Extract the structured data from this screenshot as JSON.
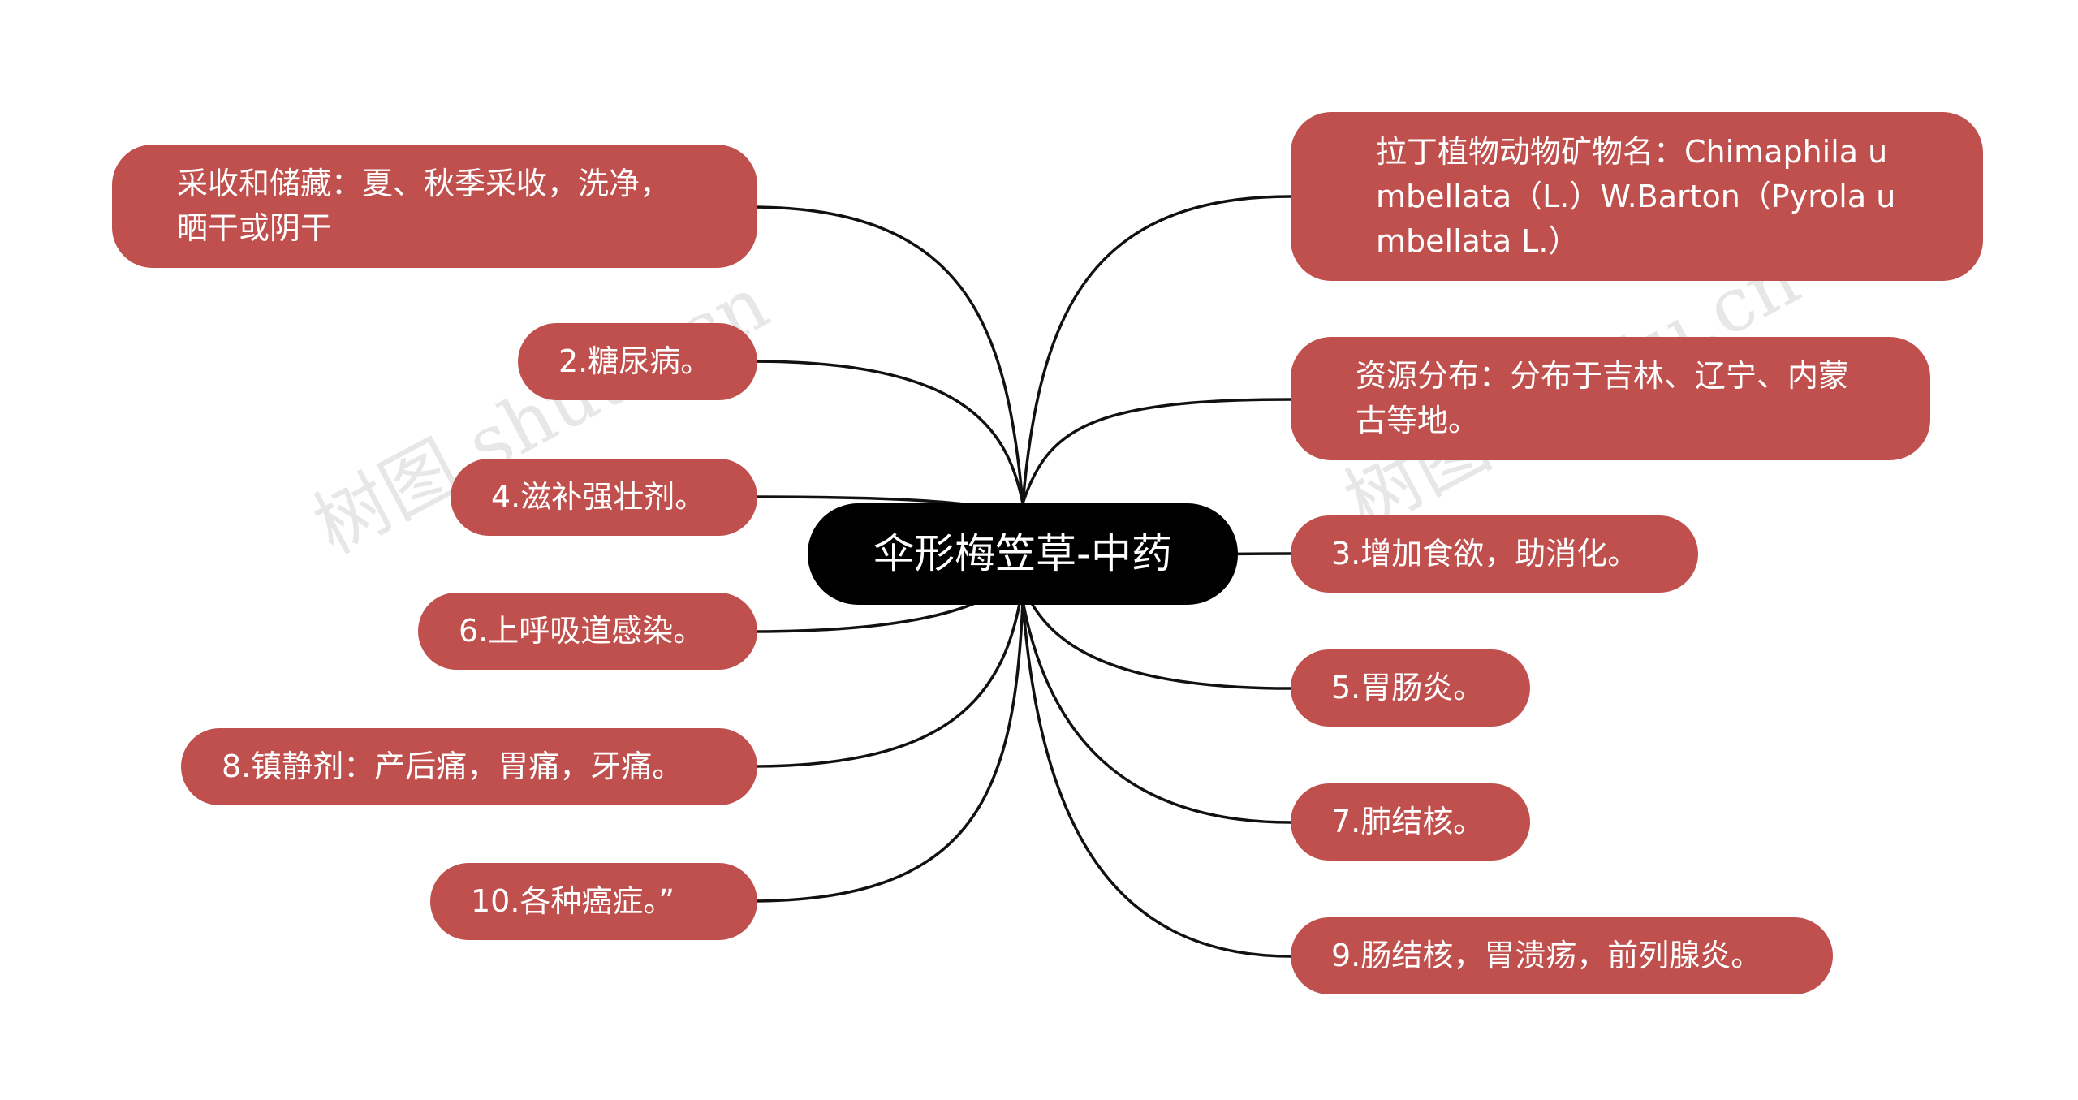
{
  "center": {
    "label": "伞形梅笠草-中药"
  },
  "left_nodes": [
    {
      "label": "采收和储藏：夏、秋季采收，洗净，晒干或阴干"
    },
    {
      "label": "2.糖尿病。"
    },
    {
      "label": "4.滋补强壮剂。"
    },
    {
      "label": "6.上呼吸道感染。"
    },
    {
      "label": "8.镇静剂：产后痛，胃痛，牙痛。"
    },
    {
      "label": "10.各种癌症。”"
    }
  ],
  "right_nodes": [
    {
      "label": "拉丁植物动物矿物名：Chimaphila umbellata（L.）W.Barton（Pyrola umbellata L.）"
    },
    {
      "label": "资源分布：分布于吉林、辽宁、内蒙古等地。"
    },
    {
      "label": "3.增加食欲，助消化。"
    },
    {
      "label": "5.胃肠炎。"
    },
    {
      "label": "7.肺结核。"
    },
    {
      "label": "9.肠结核，胃溃疡，前列腺炎。"
    }
  ],
  "watermark": {
    "text": "树图 shutu.cn"
  },
  "colors": {
    "node_fill": "#c0504d",
    "center_fill": "#000000",
    "link": "#111111",
    "text": "#ffffff"
  }
}
